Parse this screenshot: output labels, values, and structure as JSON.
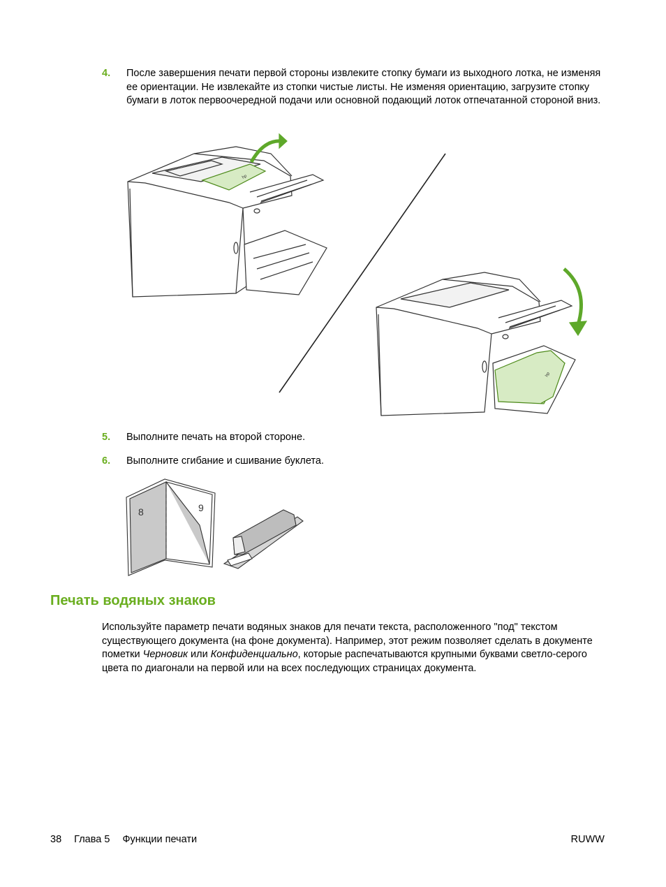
{
  "step4": {
    "number": "4.",
    "text": "После завершения печати первой стороны извлеките стопку бумаги из выходного лотка, не изменяя ее ориентации. Не извлекайте из стопки чистые листы. Не изменяя ориентацию, загрузите стопку бумаги в лоток первоочередной подачи или основной подающий лоток отпечатанной стороной вниз."
  },
  "step5": {
    "number": "5.",
    "text": "Выполните печать на второй стороне."
  },
  "step6": {
    "number": "6.",
    "text": "Выполните сгибание и сшивание буклета."
  },
  "booklet": {
    "page_left": "8",
    "page_right": "9"
  },
  "section": {
    "title": "Печать водяных знаков",
    "para_before_1": "Используйте параметр печати водяных знаков для печати текста, расположенного \"под\" текстом существующего документа (на фоне документа). Например, этот режим позволяет сделать в документе пометки ",
    "italic_1": "Черновик",
    "para_between": " или ",
    "italic_2": "Конфиденциально",
    "para_after": ", которые распечатываются крупными буквами светло-серого цвета по диагонали на первой или на всех последующих страницах документа."
  },
  "footer": {
    "page_number": "38",
    "chapter": "Глава 5",
    "chapter_title": "Функции печати",
    "right": "RUWW"
  },
  "colors": {
    "accent": "#6aae1f",
    "paper": "#d7ebc4",
    "arrow": "#5ea82a"
  }
}
